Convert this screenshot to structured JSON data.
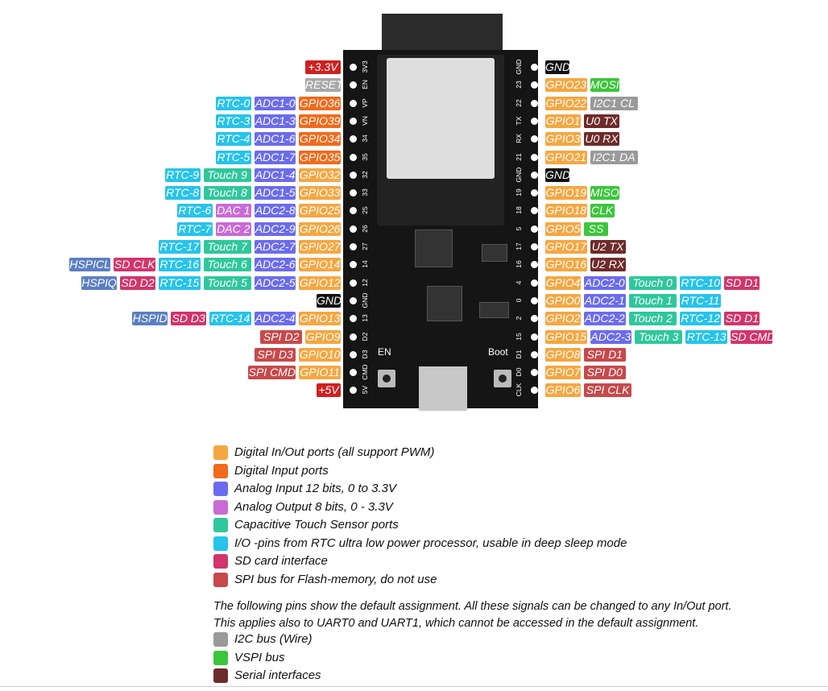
{
  "colors": {
    "digital_io": "#f5a742",
    "digital_input": "#f26a1b",
    "analog_input": "#6b6bef",
    "analog_output": "#c86bd6",
    "touch": "#2fc79b",
    "rtc": "#27c3ea",
    "sd": "#d1356b",
    "spi_flash": "#c6494b",
    "i2c": "#9a9a9a",
    "vspi": "#3cc63c",
    "serial": "#6e2b2b",
    "power": "#cf2020",
    "gnd": "#111111",
    "reset": "#a8a8a8",
    "hspi": "#5b7fc2"
  },
  "board": {
    "button_en": "EN",
    "button_boot": "Boot",
    "left_pin_labels": [
      "3V3",
      "EN",
      "VP",
      "VN",
      "34",
      "35",
      "32",
      "33",
      "25",
      "26",
      "27",
      "14",
      "12",
      "GND",
      "13",
      "D2",
      "D3",
      "CMD",
      "5V"
    ],
    "right_pin_labels": [
      "GND",
      "23",
      "22",
      "TX",
      "RX",
      "21",
      "GND",
      "19",
      "18",
      "5",
      "17",
      "16",
      "4",
      "0",
      "2",
      "15",
      "D1",
      "D0",
      "CLK"
    ]
  },
  "left_rows": [
    [
      {
        "t": "+3.3V",
        "c": "power"
      }
    ],
    [
      {
        "t": "RESET",
        "c": "reset"
      }
    ],
    [
      {
        "t": "RTC-0",
        "c": "rtc"
      },
      {
        "t": "ADC1-0",
        "c": "analog_input"
      },
      {
        "t": "GPIO36",
        "c": "digital_input"
      }
    ],
    [
      {
        "t": "RTC-3",
        "c": "rtc"
      },
      {
        "t": "ADC1-3",
        "c": "analog_input"
      },
      {
        "t": "GPIO39",
        "c": "digital_input"
      }
    ],
    [
      {
        "t": "RTC-4",
        "c": "rtc"
      },
      {
        "t": "ADC1-6",
        "c": "analog_input"
      },
      {
        "t": "GPIO34",
        "c": "digital_input"
      }
    ],
    [
      {
        "t": "RTC-5",
        "c": "rtc"
      },
      {
        "t": "ADC1-7",
        "c": "analog_input"
      },
      {
        "t": "GPIO35",
        "c": "digital_input"
      }
    ],
    [
      {
        "t": "RTC-9",
        "c": "rtc"
      },
      {
        "t": "Touch 9",
        "c": "touch"
      },
      {
        "t": "ADC1-4",
        "c": "analog_input"
      },
      {
        "t": "GPIO32",
        "c": "digital_io"
      }
    ],
    [
      {
        "t": "RTC-8",
        "c": "rtc"
      },
      {
        "t": "Touch 8",
        "c": "touch"
      },
      {
        "t": "ADC1-5",
        "c": "analog_input"
      },
      {
        "t": "GPIO33",
        "c": "digital_io"
      }
    ],
    [
      {
        "t": "RTC-6",
        "c": "rtc"
      },
      {
        "t": "DAC 1",
        "c": "analog_output"
      },
      {
        "t": "ADC2-8",
        "c": "analog_input"
      },
      {
        "t": "GPIO25",
        "c": "digital_io"
      }
    ],
    [
      {
        "t": "RTC-7",
        "c": "rtc"
      },
      {
        "t": "DAC 2",
        "c": "analog_output"
      },
      {
        "t": "ADC2-9",
        "c": "analog_input"
      },
      {
        "t": "GPIO26",
        "c": "digital_io"
      }
    ],
    [
      {
        "t": "RTC-17",
        "c": "rtc"
      },
      {
        "t": "Touch 7",
        "c": "touch"
      },
      {
        "t": "ADC2-7",
        "c": "analog_input"
      },
      {
        "t": "GPIO27",
        "c": "digital_io"
      }
    ],
    [
      {
        "t": "HSPICL",
        "c": "hspi"
      },
      {
        "t": "SD CLK",
        "c": "sd"
      },
      {
        "t": "RTC-16",
        "c": "rtc"
      },
      {
        "t": "Touch 6",
        "c": "touch"
      },
      {
        "t": "ADC2-6",
        "c": "analog_input"
      },
      {
        "t": "GPIO14",
        "c": "digital_io"
      }
    ],
    [
      {
        "t": "HSPIQ",
        "c": "hspi"
      },
      {
        "t": "SD D2",
        "c": "sd"
      },
      {
        "t": "RTC-15",
        "c": "rtc"
      },
      {
        "t": "Touch 5",
        "c": "touch"
      },
      {
        "t": "ADC2-5",
        "c": "analog_input"
      },
      {
        "t": "GPIO12",
        "c": "digital_io"
      }
    ],
    [
      {
        "t": "GND",
        "c": "gnd"
      }
    ],
    [
      {
        "t": "HSPID",
        "c": "hspi"
      },
      {
        "t": "SD D3",
        "c": "sd"
      },
      {
        "t": "RTC-14",
        "c": "rtc"
      },
      {
        "t": "ADC2-4",
        "c": "analog_input"
      },
      {
        "t": "GPIO13",
        "c": "digital_io"
      }
    ],
    [
      {
        "t": "SPI D2",
        "c": "spi_flash"
      },
      {
        "t": "GPIO9",
        "c": "digital_io"
      }
    ],
    [
      {
        "t": "SPI D3",
        "c": "spi_flash"
      },
      {
        "t": "GPIO10",
        "c": "digital_io"
      }
    ],
    [
      {
        "t": "SPI CMD",
        "c": "spi_flash"
      },
      {
        "t": "GPIO11",
        "c": "digital_io"
      }
    ],
    [
      {
        "t": "+5V",
        "c": "power"
      }
    ]
  ],
  "right_rows": [
    [
      {
        "t": "GND",
        "c": "gnd"
      }
    ],
    [
      {
        "t": "GPIO23",
        "c": "digital_io"
      },
      {
        "t": "MOSI",
        "c": "vspi"
      }
    ],
    [
      {
        "t": "GPIO22",
        "c": "digital_io"
      },
      {
        "t": "I2C1 CL",
        "c": "i2c"
      }
    ],
    [
      {
        "t": "GPIO1",
        "c": "digital_io"
      },
      {
        "t": "U0 TX",
        "c": "serial"
      }
    ],
    [
      {
        "t": "GPIO3",
        "c": "digital_io"
      },
      {
        "t": "U0 RX",
        "c": "serial"
      }
    ],
    [
      {
        "t": "GPIO21",
        "c": "digital_io"
      },
      {
        "t": "I2C1 DA",
        "c": "i2c"
      }
    ],
    [
      {
        "t": "GND",
        "c": "gnd"
      }
    ],
    [
      {
        "t": "GPIO19",
        "c": "digital_io"
      },
      {
        "t": "MISO",
        "c": "vspi"
      }
    ],
    [
      {
        "t": "GPIO18",
        "c": "digital_io"
      },
      {
        "t": "CLK",
        "c": "vspi"
      }
    ],
    [
      {
        "t": "GPIO5",
        "c": "digital_io"
      },
      {
        "t": "SS",
        "c": "vspi"
      }
    ],
    [
      {
        "t": "GPIO17",
        "c": "digital_io"
      },
      {
        "t": "U2 TX",
        "c": "serial"
      }
    ],
    [
      {
        "t": "GPIO16",
        "c": "digital_io"
      },
      {
        "t": "U2 RX",
        "c": "serial"
      }
    ],
    [
      {
        "t": "GPIO4",
        "c": "digital_io"
      },
      {
        "t": "ADC2-0",
        "c": "analog_input"
      },
      {
        "t": "Touch 0",
        "c": "touch"
      },
      {
        "t": "RTC-10",
        "c": "rtc"
      },
      {
        "t": "SD D1",
        "c": "sd"
      }
    ],
    [
      {
        "t": "GPIO0",
        "c": "digital_io"
      },
      {
        "t": "ADC2-1",
        "c": "analog_input"
      },
      {
        "t": "Touch 1",
        "c": "touch"
      },
      {
        "t": "RTC-11",
        "c": "rtc"
      }
    ],
    [
      {
        "t": "GPIO2",
        "c": "digital_io"
      },
      {
        "t": "ADC2-2",
        "c": "analog_input"
      },
      {
        "t": "Touch 2",
        "c": "touch"
      },
      {
        "t": "RTC-12",
        "c": "rtc"
      },
      {
        "t": "SD D1",
        "c": "sd"
      }
    ],
    [
      {
        "t": "GPIO15",
        "c": "digital_io"
      },
      {
        "t": "ADC2-3",
        "c": "analog_input"
      },
      {
        "t": "Touch 3",
        "c": "touch"
      },
      {
        "t": "RTC-13",
        "c": "rtc"
      },
      {
        "t": "SD CMD",
        "c": "sd"
      }
    ],
    [
      {
        "t": "GPIO8",
        "c": "digital_io"
      },
      {
        "t": "SPI D1",
        "c": "spi_flash"
      }
    ],
    [
      {
        "t": "GPIO7",
        "c": "digital_io"
      },
      {
        "t": "SPI D0",
        "c": "spi_flash"
      }
    ],
    [
      {
        "t": "GPIO6",
        "c": "digital_io"
      },
      {
        "t": "SPI CLK",
        "c": "spi_flash"
      }
    ]
  ],
  "legend": [
    {
      "color": "digital_io",
      "text": "Digital In/Out ports (all support PWM)"
    },
    {
      "color": "digital_input",
      "text": "Digital Input ports"
    },
    {
      "color": "analog_input",
      "text": "Analog Input 12 bits, 0 to 3.3V"
    },
    {
      "color": "analog_output",
      "text": "Analog Output 8 bits, 0 - 3.3V"
    },
    {
      "color": "touch",
      "text": "Capacitive Touch Sensor ports"
    },
    {
      "color": "rtc",
      "text": "I/O -pins from RTC ultra low power processor, usable in deep sleep mode"
    },
    {
      "color": "sd",
      "text": "SD card interface"
    },
    {
      "color": "spi_flash",
      "text": "SPI bus for Flash-memory, do not use"
    }
  ],
  "note_line1": "The following pins show the default assignment. All these signals can be changed to any In/Out port.",
  "note_line2": "This applies also to UART0 and UART1, which cannot be accessed in the default assignment.",
  "legend2": [
    {
      "color": "i2c",
      "text": "I2C bus (Wire)"
    },
    {
      "color": "vspi",
      "text": "VSPI bus"
    },
    {
      "color": "serial",
      "text": "Serial interfaces"
    }
  ]
}
